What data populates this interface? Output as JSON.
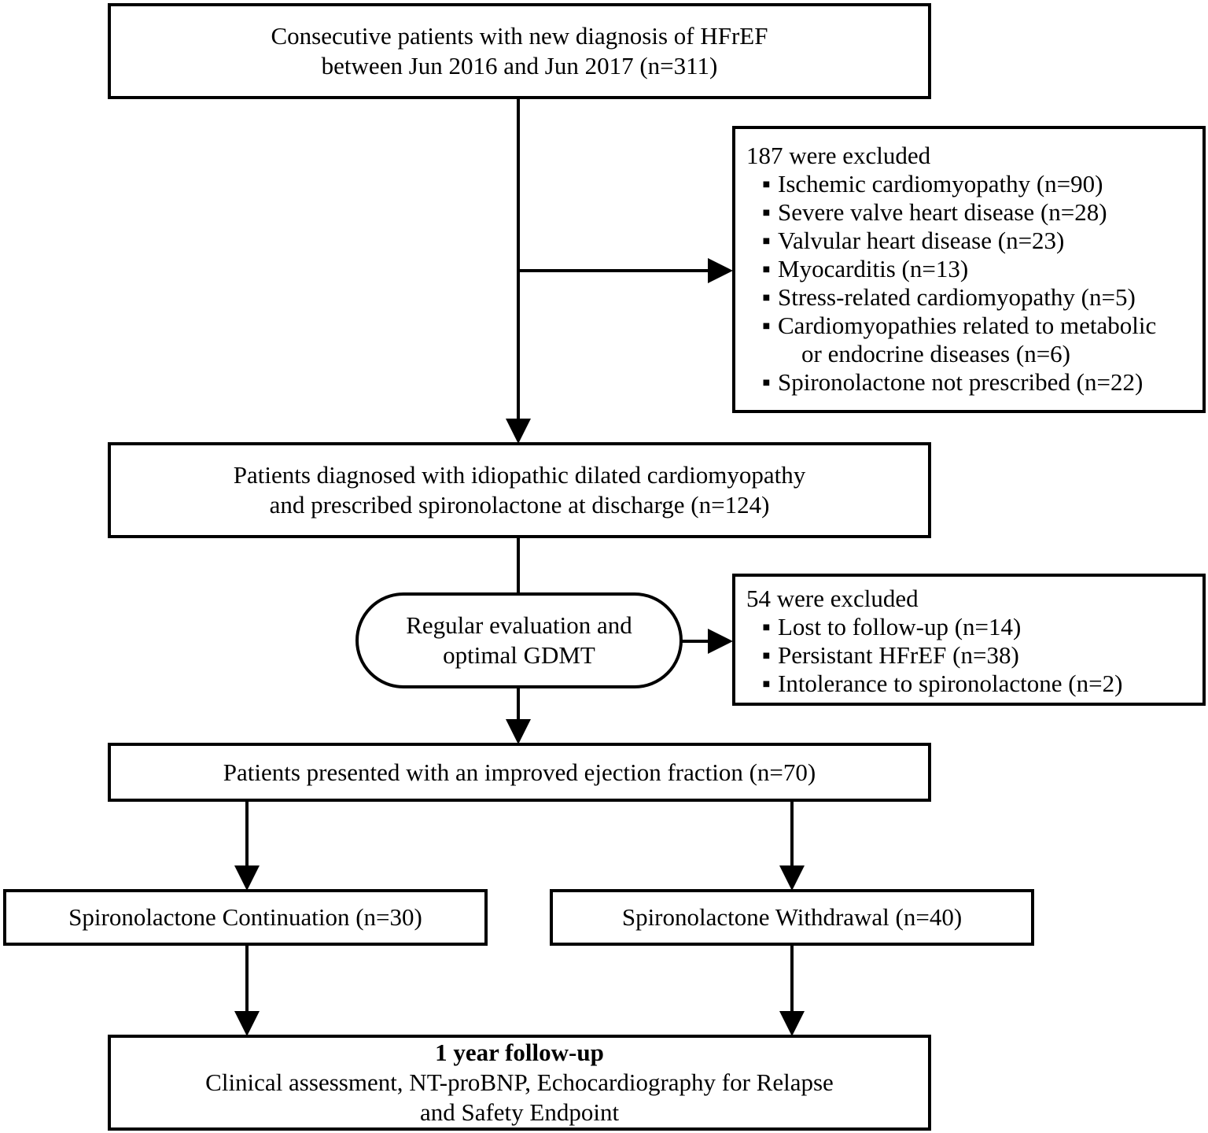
{
  "boxes": {
    "start": {
      "line1": "Consecutive patients with new diagnosis of HFrEF",
      "line2": "between Jun 2016 and Jun 2017 (n=311)"
    },
    "exclusion1": {
      "title": "187 were excluded",
      "items": [
        "Ischemic cardiomyopathy (n=90)",
        "Severe valve heart disease (n=28)",
        "Valvular heart disease (n=23)",
        "Myocarditis (n=13)",
        "Stress-related cardiomyopathy (n=5)",
        "Cardiomyopathies related to metabolic",
        "or endocrine diseases (n=6)",
        "Spironolactone not prescribed (n=22)"
      ]
    },
    "idiopathic": {
      "line1": "Patients diagnosed with idiopathic dilated cardiomyopathy",
      "line2": "and prescribed spironolactone at discharge (n=124)"
    },
    "evaluation": {
      "line1": "Regular evaluation and",
      "line2": "optimal GDMT"
    },
    "exclusion2": {
      "title": "54 were excluded",
      "items": [
        "Lost to follow-up (n=14)",
        "Persistant HFrEF (n=38)",
        "Intolerance to spironolactone (n=2)"
      ]
    },
    "improved": {
      "text": "Patients presented with an improved ejection fraction (n=70)"
    },
    "continuation": {
      "text": "Spironolactone Continuation (n=30)"
    },
    "withdrawal": {
      "text": "Spironolactone Withdrawal (n=40)"
    },
    "followup": {
      "title": "1 year follow-up",
      "line1": "Clinical assessment, NT-proBNP, Echocardiography for Relapse",
      "line2": "and Safety Endpoint"
    }
  },
  "bullet_symbol": "▪"
}
